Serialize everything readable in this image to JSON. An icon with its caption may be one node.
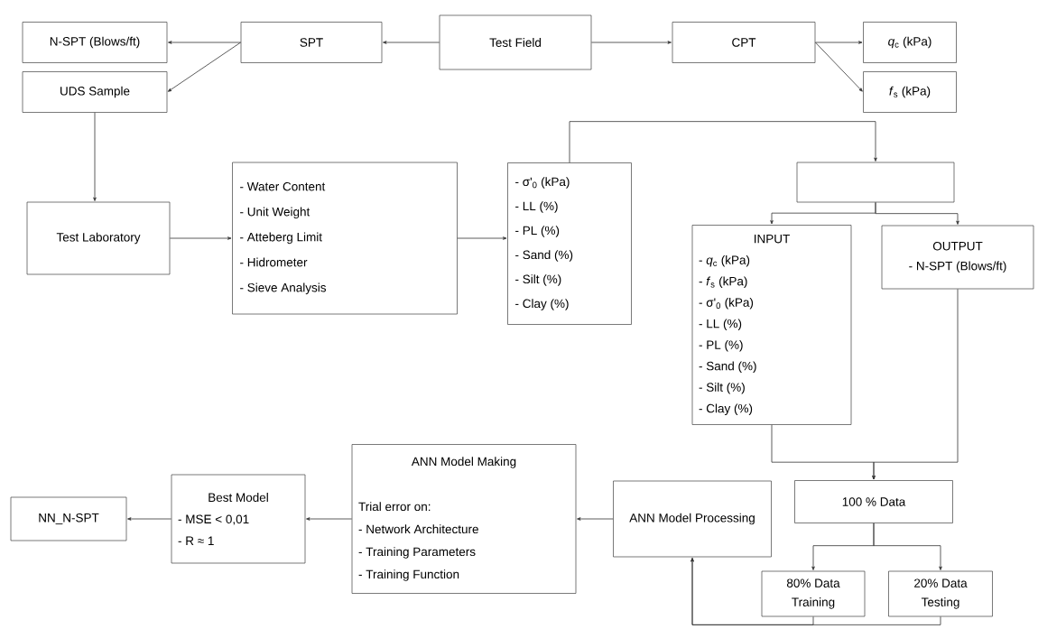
{
  "diagram": {
    "nodes": [
      {
        "text": [
          "Test Field"
        ]
      },
      {
        "text": [
          "SPT"
        ]
      },
      {
        "text": [
          "CPT"
        ]
      },
      {
        "text": [
          "N-SPT (Blows/ft)"
        ]
      },
      {
        "text": [
          "UDS Sample"
        ]
      },
      {
        "text": [
          "*q*$_{c}$ (kPa)"
        ]
      },
      {
        "text": [
          "*f*$_{s}$ (kPa)"
        ]
      },
      {
        "text": [
          "Test Laboratory"
        ]
      },
      {
        "text": [
          "- Water Content",
          "- Unit Weight",
          "- Atteberg Limit",
          "- Hidrometer",
          "- Sieve Analysis"
        ]
      },
      {
        "text": [
          "- σ'$_{0}$ (kPa)",
          "- LL (%)",
          "- PL (%)",
          "- Sand (%)",
          "- Silt (%)",
          "- Clay (%)"
        ]
      },
      {
        "text": [],
        "shape": "box"
      },
      {
        "text": [
          "INPUT",
          "- *q*$_{c}$ (kPa)",
          "- *f*$_{s}$ (kPa)",
          "- σ'$_{0}$ (kPa)",
          "- LL (%)",
          "- PL (%)",
          "- Sand (%)",
          "- Silt (%)",
          "- Clay (%)"
        ]
      },
      {
        "text": [
          "OUTPUT",
          "- N-SPT (Blows/ft)"
        ]
      },
      {
        "text": [
          "100 % Data"
        ]
      },
      {
        "text": [
          "80% Data Training"
        ]
      },
      {
        "text": [
          "20% Data Testing"
        ]
      },
      {
        "text": [
          "ANN Model Processing"
        ]
      },
      {
        "text": [
          "ANN Model Making",
          "Trial error on:",
          "- Network Architecture",
          "- Training Parameters",
          "- Training Function"
        ]
      },
      {
        "text": [
          "Best Model",
          "- MSE < 0,01",
          "- R ≈ 1"
        ]
      },
      {
        "text": [
          "NN_N-SPT"
        ]
      }
    ],
    "edges": [
      {
        "from": 0,
        "to": 1,
        "arrow": "to"
      },
      {
        "from": 0,
        "to": 2,
        "arrow": "to"
      },
      {
        "from": 1,
        "to": 3,
        "arrow": "to"
      },
      {
        "from": 1,
        "to": 4,
        "arrow": "to"
      },
      {
        "from": 2,
        "to": 5,
        "arrow": "to"
      },
      {
        "from": 2,
        "to": 6,
        "arrow": "to"
      },
      {
        "from": 4,
        "to": 7,
        "arrow": "to"
      },
      {
        "from": 7,
        "to": 8,
        "arrow": "to"
      },
      {
        "from": 8,
        "to": 9,
        "arrow": "to"
      },
      {
        "from": 9,
        "to": 10,
        "arrow": "to"
      },
      {
        "from": 10,
        "to": 11,
        "arrow": "to"
      },
      {
        "from": 10,
        "to": 12,
        "arrow": "to"
      },
      {
        "from": 11,
        "to": 13,
        "arrow": "to"
      },
      {
        "from": 12,
        "to": 13,
        "arrow": "to"
      },
      {
        "from": 13,
        "to": 14,
        "arrow": "to"
      },
      {
        "from": 13,
        "to": 15,
        "arrow": "to"
      },
      {
        "from": 14,
        "to": 16,
        "arrow": "to"
      },
      {
        "from": 15,
        "to": 16,
        "arrow": "to"
      },
      {
        "from": 16,
        "to": 17,
        "arrow": "to"
      },
      {
        "from": 17,
        "to": 18,
        "arrow": "to"
      },
      {
        "from": 18,
        "to": 19,
        "arrow": "to"
      }
    ]
  }
}
